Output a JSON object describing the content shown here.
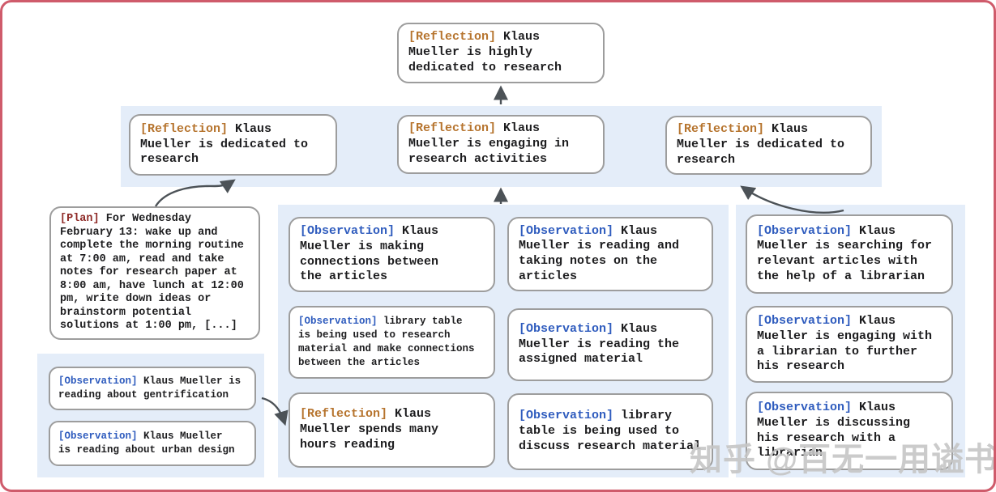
{
  "colors": {
    "frame_border": "#cf5b6b",
    "group_band": "#e4edf9",
    "node_border": "#9d9d9d",
    "node_text": "#1d1d1f",
    "reflection_tag": "#b6742e",
    "observation_tag": "#2f5cbe",
    "plan_tag": "#8f2b28",
    "arrow": "#4c5257",
    "watermark": "#c6c6c6"
  },
  "nodes": {
    "root": {
      "tag": "[Reflection]",
      "text": "Klaus\nMueller is highly\ndedicated to research"
    },
    "row2": [
      {
        "tag": "[Reflection]",
        "text": "Klaus\nMueller is dedicated to\nresearch"
      },
      {
        "tag": "[Reflection]",
        "text": "Klaus\nMueller is engaging in\nresearch activities"
      },
      {
        "tag": "[Reflection]",
        "text": "Klaus\nMueller is dedicated to\nresearch"
      }
    ],
    "plan": {
      "tag": "[Plan]",
      "text": "For Wednesday\nFebruary 13: wake up and\ncomplete the morning routine\nat 7:00 am, read and take\nnotes for research paper at\n8:00 am, have lunch at 12:00\npm, write down ideas or\nbrainstorm potential\nsolutions at 1:00 pm, [...]"
    },
    "obs_left": [
      {
        "tag": "[Observation]",
        "text": "Klaus Mueller is\nreading about gentrification"
      },
      {
        "tag": "[Observation]",
        "text": "Klaus Mueller\nis reading about urban design"
      }
    ],
    "mid_col1": [
      {
        "tag": "[Observation]",
        "text": "Klaus\nMueller is making\nconnections between\nthe articles"
      },
      {
        "tag": "[Observation]",
        "text": "library table\nis being used to research\nmaterial and make connections\nbetween the articles"
      },
      {
        "tag": "[Reflection]",
        "text": "Klaus\nMueller spends many\nhours reading"
      }
    ],
    "mid_col2": [
      {
        "tag": "[Observation]",
        "text": "Klaus\nMueller is reading and\ntaking notes on the\narticles"
      },
      {
        "tag": "[Observation]",
        "text": "Klaus\nMueller is reading the\nassigned material"
      },
      {
        "tag": "[Observation]",
        "text": "library\ntable is being used to\ndiscuss research material"
      }
    ],
    "right_col": [
      {
        "tag": "[Observation]",
        "text": "Klaus\nMueller is searching for\nrelevant articles with\nthe help of a librarian"
      },
      {
        "tag": "[Observation]",
        "text": "Klaus\nMueller is engaging with\na librarian to further\nhis research"
      },
      {
        "tag": "[Observation]",
        "text": "Klaus\nMueller is discussing\nhis research with a\nlibrarian"
      }
    ]
  },
  "watermark": "知乎 @百无一用谥书生"
}
